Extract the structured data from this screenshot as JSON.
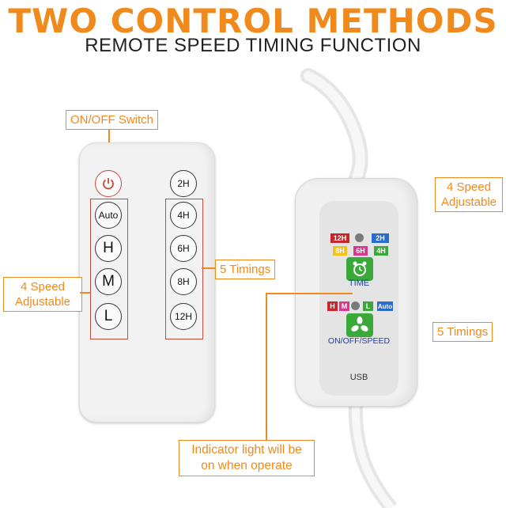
{
  "title": "TWO CONTROL METHODS",
  "subtitle": "REMOTE SPEED TIMING FUNCTION",
  "callouts": {
    "onoff": "ON/OFF Switch",
    "speed_left_line1": "4 Speed",
    "speed_left_line2": "Adjustable",
    "timings_mid": "5 Timings",
    "speed_right_line1": "4 Speed",
    "speed_right_line2": "Adjustable",
    "timings_right": "5 Timings",
    "indicator_line1": "Indicator light will be",
    "indicator_line2": "on when operate"
  },
  "remote": {
    "power_icon": "power-icon",
    "speed_buttons": [
      "Auto",
      "H",
      "M",
      "L"
    ],
    "timer_buttons": [
      "2H",
      "4H",
      "6H",
      "8H",
      "12H"
    ]
  },
  "controller": {
    "timer_tags": [
      "12H",
      "2H",
      "8H",
      "6H",
      "4H"
    ],
    "time_label": "TIME",
    "speed_tags": [
      "H",
      "M",
      "L",
      "Auto"
    ],
    "speed_label": "ON/OFF/SPEED",
    "usb_label": "USB",
    "clock_icon": "alarm-clock-icon",
    "fan_icon": "fan-icon"
  },
  "colors": {
    "accent": "#f08a1c",
    "tag_12h": "#c8242c",
    "tag_2h": "#2a6bd0",
    "tag_8h": "#f2c21a",
    "tag_6h": "#d9368f",
    "tag_4h": "#3aa93a",
    "tag_auto": "#2a6bd0",
    "button_green": "#3aa93a"
  }
}
